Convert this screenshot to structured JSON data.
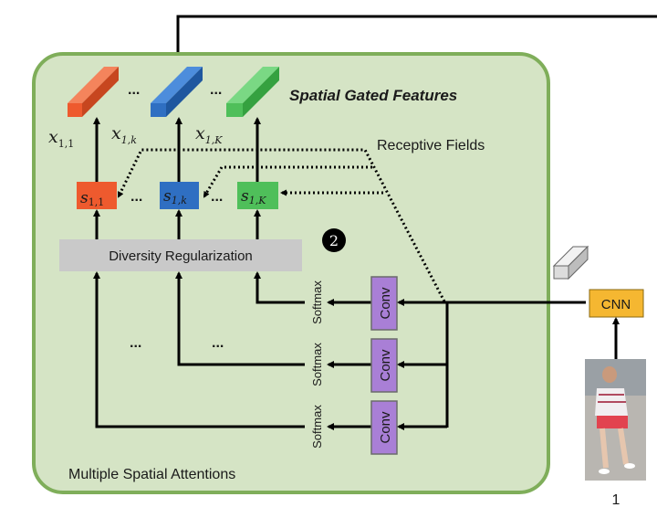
{
  "diagram": {
    "panel_title": "Spatial Gated Features",
    "panel_caption": "Multiple Spatial Attentions",
    "receptive_fields_label": "Receptive Fields",
    "diversity_label": "Diversity Regularization",
    "step_badge": "2",
    "ellipsis": "...",
    "features": [
      {
        "name": "x",
        "sub": "1,1",
        "sub_italic": false,
        "color": "#ee5a2e"
      },
      {
        "name": "x",
        "sub": "1,k",
        "sub_italic": true,
        "color": "#2f6fc2"
      },
      {
        "name": "x",
        "sub": "1,K",
        "sub_italic": true,
        "color": "#4fbf5a"
      }
    ],
    "scores": [
      {
        "name": "s",
        "sub": "1,1",
        "color": "#ee5a2e"
      },
      {
        "name": "s",
        "sub": "1,k",
        "color": "#2f6fc2"
      },
      {
        "name": "s",
        "sub": "1,K",
        "color": "#4fbf5a"
      }
    ],
    "softmax_labels": [
      "Softmax",
      "Softmax",
      "Softmax"
    ],
    "conv_labels": [
      "Conv",
      "Conv",
      "Conv"
    ],
    "cnn_label": "CNN",
    "image_label": "1",
    "colors": {
      "panel_fill": "#d5e4c5",
      "panel_border": "#7fae5a",
      "conv_fill": "#a97fd6",
      "cnn_fill": "#f5b731",
      "diversity_fill": "#c9c9c9"
    }
  }
}
